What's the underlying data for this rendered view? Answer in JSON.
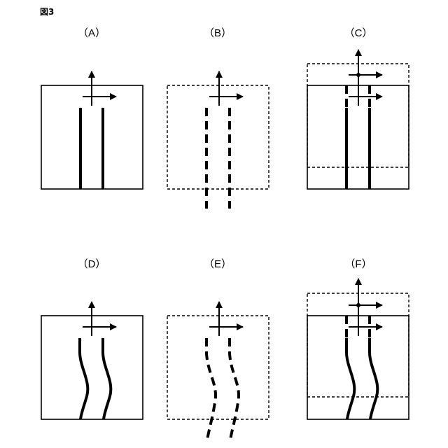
{
  "figure": {
    "title": "図3",
    "panels": [
      {
        "id": "A",
        "label": "（A）"
      },
      {
        "id": "B",
        "label": "（B）"
      },
      {
        "id": "C",
        "label": "（C）"
      },
      {
        "id": "D",
        "label": "（D）"
      },
      {
        "id": "E",
        "label": "（E）"
      },
      {
        "id": "F",
        "label": "（F）"
      }
    ]
  }
}
